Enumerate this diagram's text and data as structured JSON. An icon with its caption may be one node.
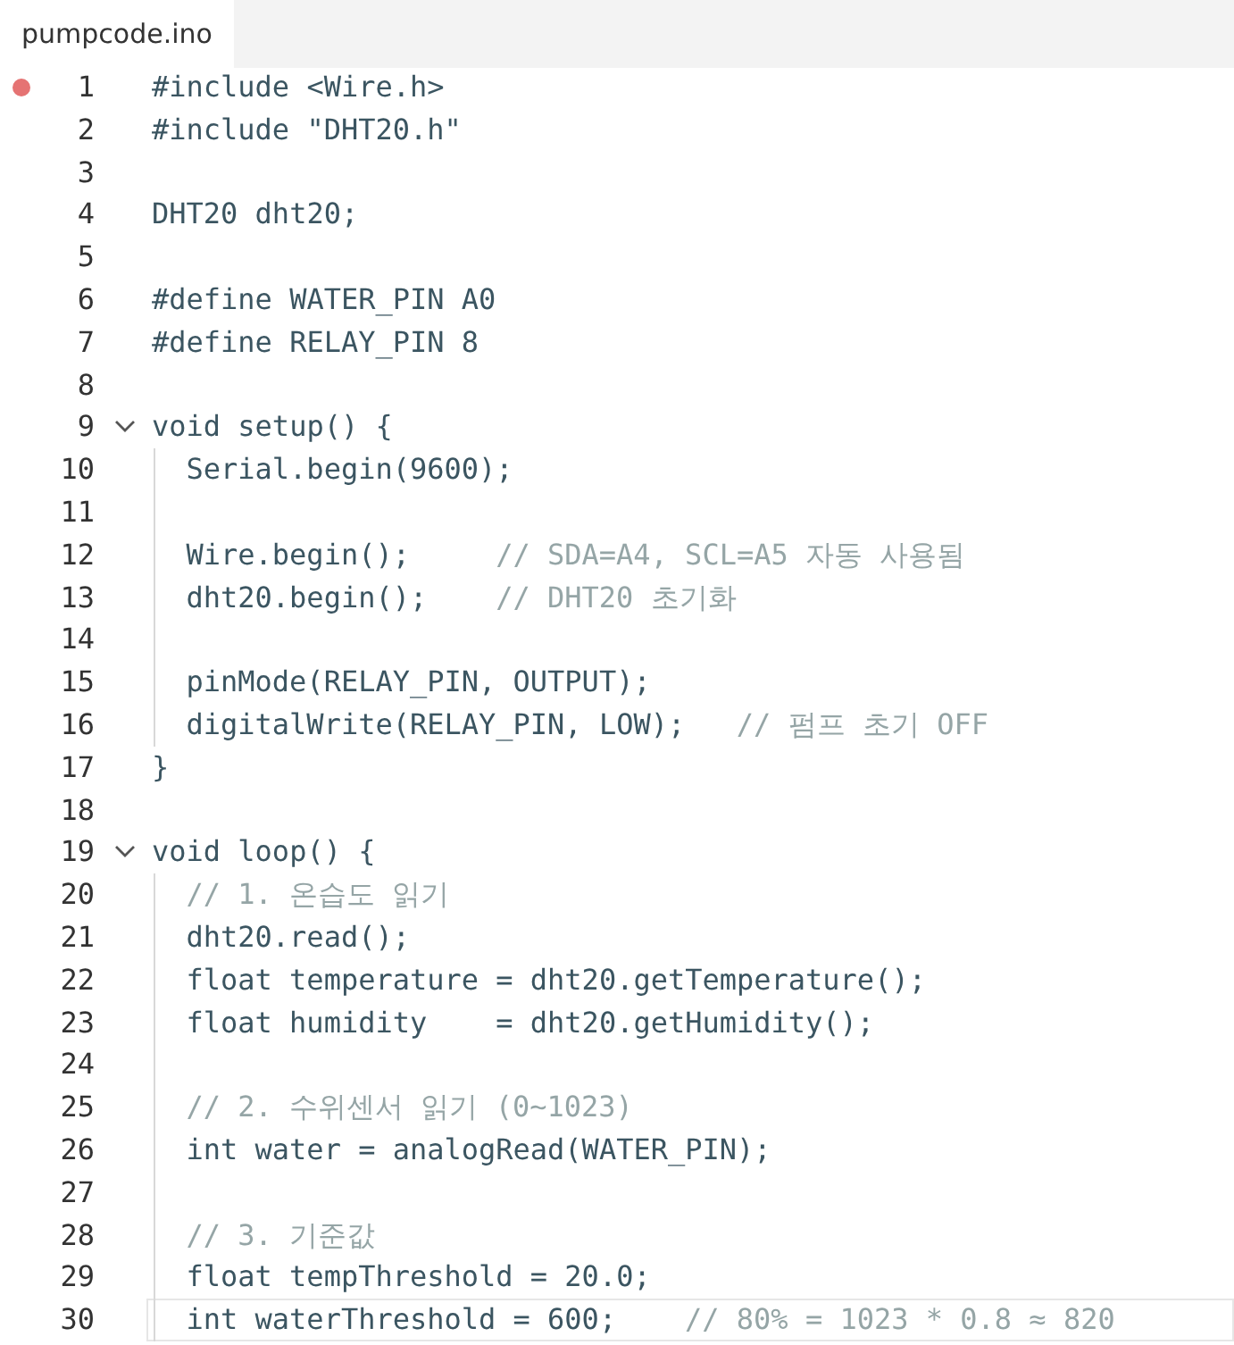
{
  "diagram": {
    "labels": [
      "pumpcode.ino",
      "1",
      "#include <Wire.h>",
      "2",
      "#include \"DHT20.h\"",
      "3",
      "4",
      "DHT20 dht20;",
      "5",
      "6",
      "#define WATER_PIN A0",
      "7",
      "#define RELAY_PIN 8",
      "8",
      "9",
      "void setup() {",
      "10",
      "Serial.begin(9600);",
      "11",
      "12",
      "Wire.begin();",
      "// SDA=A4, SCL=A5 자동 사용됨",
      "13",
      "dht20.begin();",
      "// DHT20 초기화",
      "14",
      "15",
      "pinMode(RELAY_PIN, OUTPUT);",
      "16",
      "digitalWrite(RELAY_PIN, LOW);",
      "// 펌프 초기 OFF",
      "17",
      "}",
      "18",
      "19",
      "void loop() {",
      "20",
      "// 1. 온습도 읽기",
      "21",
      "dht20.read();",
      "22",
      "float temperature = dht20.getTemperature();",
      "23",
      "float humidity    = dht20.getHumidity();",
      "24",
      "25",
      "// 2. 수위센서 읽기 (0~1023)",
      "26",
      "int water = analogRead(WATER_PIN);",
      "27",
      "28",
      "// 3. 기준값",
      "29",
      "float tempThreshold = 20.0;",
      "30",
      "int waterThreshold = 600;",
      "// 80% = 1023 * 0.8 ≈ 820"
    ]
  }
}
